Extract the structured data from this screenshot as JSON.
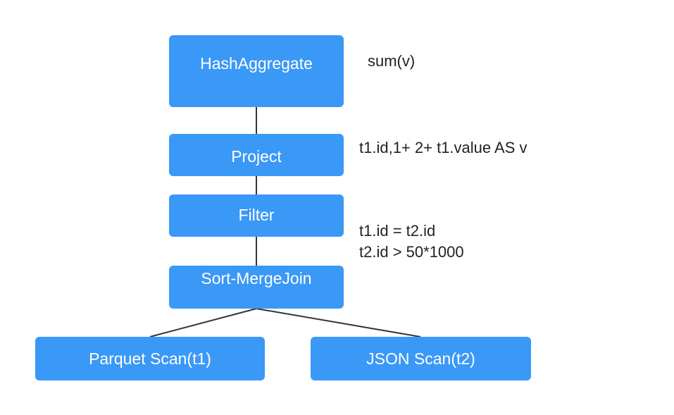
{
  "nodes": {
    "hash_aggregate": "HashAggregate",
    "project": "Project",
    "filter": "Filter",
    "sort_merge_join": "Sort-MergeJoin",
    "parquet_scan": "Parquet Scan(t1)",
    "json_scan": "JSON Scan(t2)"
  },
  "annotations": {
    "aggregate": "sum(v)",
    "project": "t1.id,1+ 2+ t1.value AS v",
    "filter_line1": "t1.id = t2.id",
    "filter_line2": "t2.id > 50*1000"
  },
  "colors": {
    "node_fill": "#3a98f7",
    "node_text": "#ffffff",
    "edge": "#333333"
  }
}
